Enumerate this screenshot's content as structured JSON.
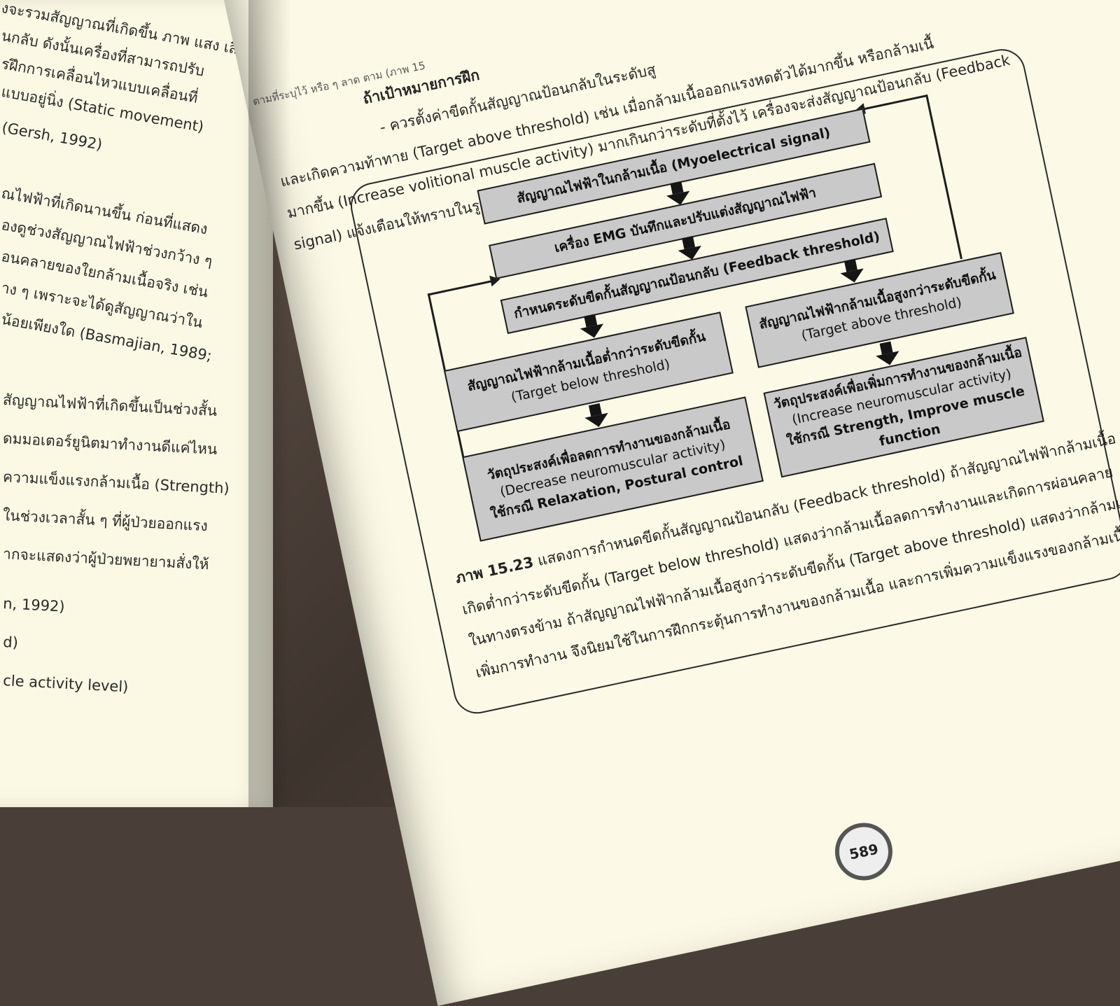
{
  "left_page": {
    "lines": [
      "งจะรวมสัญญาณที่เกิดขึ้น ภาพ แสง เสียง",
      "นกลับ ดังนั้นเครื่องที่สามารถปรับ",
      "รฝึกการเคลื่อนไหวแบบเคลื่อนที่",
      "แบบอยู่นิ่ง (Static movement)",
      "(Gersh, 1992)",
      "ณไฟฟ้าที่เกิดนานขึ้น ก่อนที่แสดง",
      "องดูช่วงสัญญาณไฟฟ้าช่วงกว้าง ๆ",
      "อนคลายของใยกล้ามเนื้อจริง เช่น",
      "าง ๆ เพราะจะได้ดูสัญญาณว่าใน",
      "น้อยเพียงใด (Basmajian, 1989;",
      "สัญญาณไฟฟ้าที่เกิดขึ้นเป็นช่วงสั้น",
      "ดมมอเตอร์ยูนิตมาทำงานดีแค่ไหน",
      "ความแข็งแรงกล้ามเนื้อ (Strength)",
      "ในช่วงเวลาสั้น ๆ ที่ผู้ป่วยออกแรง",
      "ากจะแสดงว่าผู้ป่วยพยายามสั่งให้",
      "n, 1992)",
      "d)",
      "cle activity level)"
    ]
  },
  "right_page": {
    "heading": "ถ้าเป้าหมายการฝึก",
    "side_note": "ตามที่ระบุไว้ หรือ ๆ ลาด ตาม (ภาพ 15",
    "intro_lines": [
      "- ควรตั้งค่าขีดกั้นสัญญาณป้อนกลับในระดับสู",
      "และเกิดความท้าทาย (Target above threshold) เช่น เมื่อกล้ามเนื้อออกแรงหดตัวได้มากขึ้น หรือกล้ามเนื้",
      "มากขึ้น (Increase volitional muscle activity) มากเกินกว่าระดับที่ตั้งไว้ เครื่องจะส่งสัญญาณป้อนกลับ (Feedback",
      "signal) แจ้งเตือนให้ทราบในรูปแบบต่าง ๆ เช่น แสง เสียง หรือภาพกราฟ เป็นต้น"
    ],
    "diagram": {
      "box1": "สัญญาณไฟฟ้าในกล้ามเนื้อ (Myoelectrical signal)",
      "box2": "เครื่อง EMG บันทึกและปรับแต่งสัญญาณไฟฟ้า",
      "box3": "กำหนดระดับขีดกั้นสัญญาณป้อนกลับ (Feedback threshold)",
      "box_left_title": "สัญญาณไฟฟ้ากล้ามเนื้อต่ำกว่าระดับขีดกั้น",
      "box_left_sub": "(Target below threshold)",
      "box_right_title": "สัญญาณไฟฟ้ากล้ามเนื้อสูงกว่าระดับขีดกั้น",
      "box_right_sub": "(Target above threshold)",
      "out_left_title": "วัตถุประสงค์เพื่อลดการทำงานของกล้ามเนื้อ",
      "out_left_sub": "(Decrease neuromuscular activity)",
      "out_left_use": "ใช้กรณี Relaxation, Postural control",
      "out_right_title": "วัตถุประสงค์เพื่อเพิ่มการทำงานของกล้ามเนื้อ",
      "out_right_sub": "(Increase neuromuscular activity)",
      "out_right_use": "ใช้กรณี Strength, Improve muscle function"
    },
    "caption": {
      "label": "ภาพ 15.23",
      "line1": "แสดงการกำหนดขีดกั้นสัญญาณป้อนกลับ (Feedback threshold) ถ้าสัญญาณไฟฟ้ากล้ามเนื้อ",
      "line2": "เกิดต่ำกว่าระดับขีดกั้น (Target below threshold) แสดงว่ากล้ามเนื้อลดการทำงานและเกิดการผ่อนคลาย",
      "line3": "ในทางตรงข้าม ถ้าสัญญาณไฟฟ้ากล้ามเนื้อสูงกว่าระดับขีดกั้น (Target above threshold) แสดงว่ากล้ามเนื้อ",
      "line4": "เพิ่มการทำงาน จึงนิยมใช้ในการฝึกกระตุ้นการทำงานของกล้ามเนื้อ และการเพิ่มความแข็งแรงของกล้ามเนื้อ"
    },
    "page_number": "589"
  }
}
